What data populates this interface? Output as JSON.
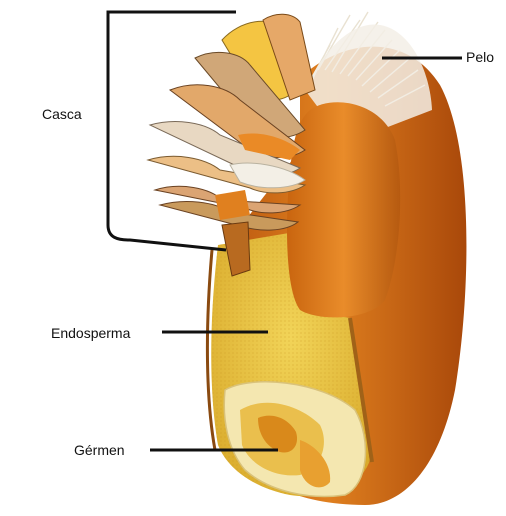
{
  "labels": {
    "casca": "Casca",
    "pelo": "Pelo",
    "endosperma": "Endosperma",
    "germen": "Gérmen"
  },
  "colors": {
    "hull_orange": "#d9731c",
    "hull_dark": "#b04f0c",
    "endosperm_yellow": "#e8c23a",
    "germ_cream": "#f4e7b0",
    "bran_tan": "#c99a5c",
    "hair_white": "#f3efe6",
    "line": "#111111"
  }
}
